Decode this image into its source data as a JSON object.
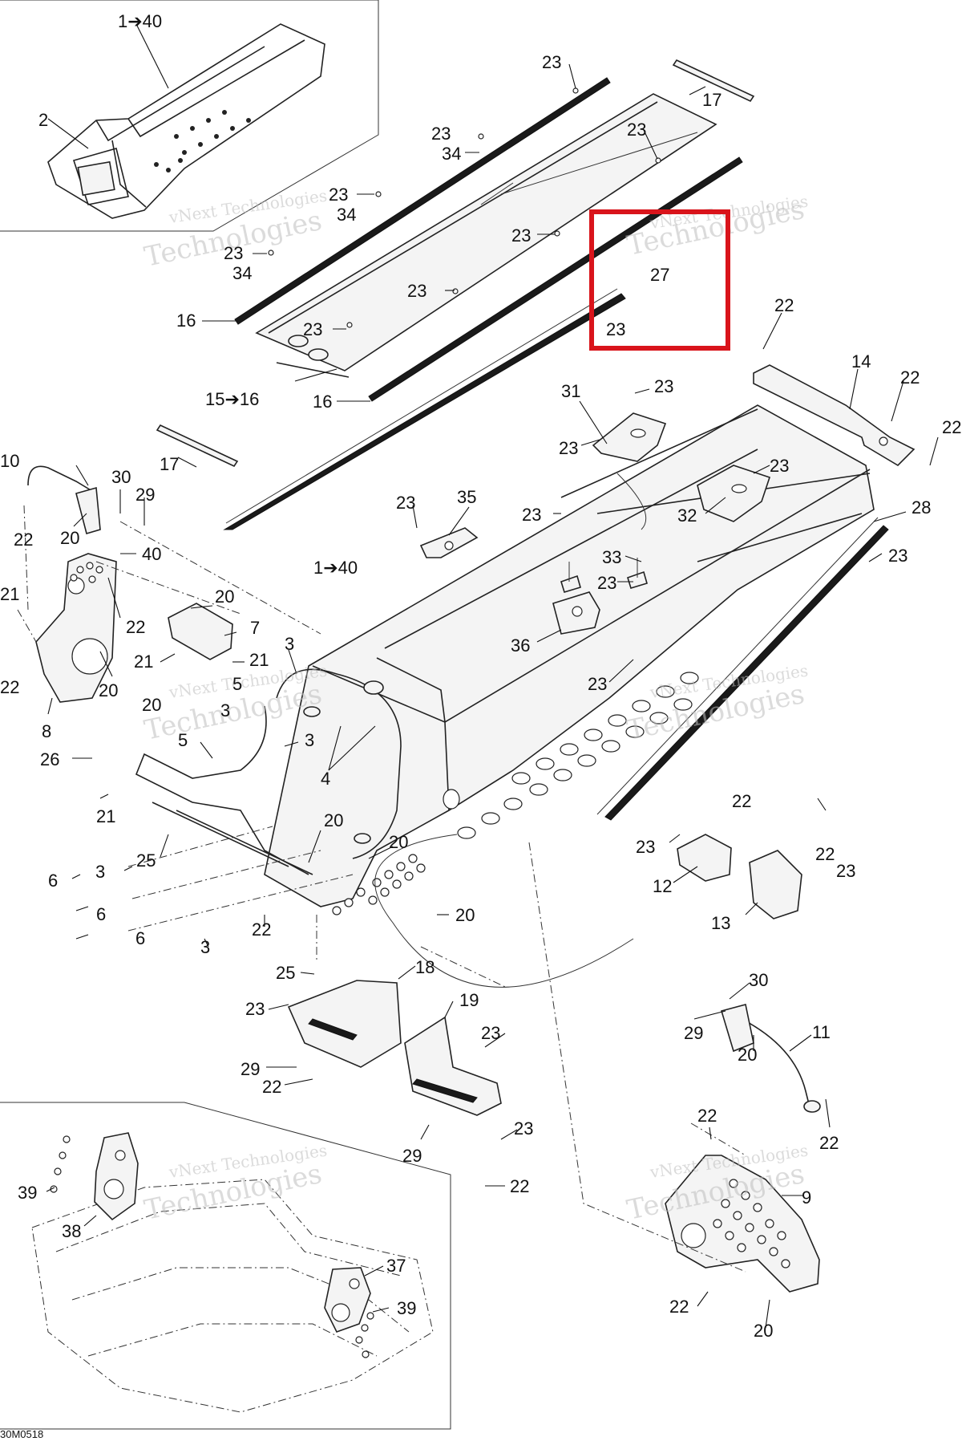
{
  "reference_code": "30M0518",
  "watermark": [
    "vNext Technologies",
    "Technologies"
  ],
  "highlight": {
    "color": "#d9141b",
    "label": "27"
  },
  "colors": {
    "line": "#222222",
    "highlight": "#d9141b",
    "watermark": "#bfbfbf"
  },
  "callouts": [
    {
      "id": "c1",
      "text": "1➔40"
    },
    {
      "id": "c2",
      "text": "2"
    },
    {
      "id": "c3",
      "text": "23"
    },
    {
      "id": "c4",
      "text": "17"
    },
    {
      "id": "c5",
      "text": "23"
    },
    {
      "id": "c6",
      "text": "34"
    },
    {
      "id": "c7",
      "text": "23"
    },
    {
      "id": "c8",
      "text": "23"
    },
    {
      "id": "c9",
      "text": "34"
    },
    {
      "id": "c10",
      "text": "23"
    },
    {
      "id": "c11",
      "text": "34"
    },
    {
      "id": "c12",
      "text": "23"
    },
    {
      "id": "c13",
      "text": "27"
    },
    {
      "id": "c14",
      "text": "23"
    },
    {
      "id": "c15",
      "text": "16"
    },
    {
      "id": "c16",
      "text": "23"
    },
    {
      "id": "c17",
      "text": "23"
    },
    {
      "id": "c18",
      "text": "22"
    },
    {
      "id": "c19",
      "text": "14"
    },
    {
      "id": "c20",
      "text": "22"
    },
    {
      "id": "c21",
      "text": "22"
    },
    {
      "id": "c22",
      "text": "15➔16"
    },
    {
      "id": "c23",
      "text": "16"
    },
    {
      "id": "c24",
      "text": "31"
    },
    {
      "id": "c25",
      "text": "23"
    },
    {
      "id": "c26",
      "text": "23"
    },
    {
      "id": "c27",
      "text": "17"
    },
    {
      "id": "c28",
      "text": "23"
    },
    {
      "id": "c29",
      "text": "10"
    },
    {
      "id": "c30",
      "text": "30"
    },
    {
      "id": "c31",
      "text": "29"
    },
    {
      "id": "c32",
      "text": "32"
    },
    {
      "id": "c33",
      "text": "23"
    },
    {
      "id": "c34",
      "text": "35"
    },
    {
      "id": "c35",
      "text": "23"
    },
    {
      "id": "c36",
      "text": "28"
    },
    {
      "id": "c37",
      "text": "22"
    },
    {
      "id": "c38",
      "text": "20"
    },
    {
      "id": "c39",
      "text": "40"
    },
    {
      "id": "c40",
      "text": "23"
    },
    {
      "id": "c41",
      "text": "33"
    },
    {
      "id": "c42",
      "text": "23"
    },
    {
      "id": "c43",
      "text": "1➔40"
    },
    {
      "id": "c44",
      "text": "21"
    },
    {
      "id": "c45",
      "text": "20"
    },
    {
      "id": "c46",
      "text": "7"
    },
    {
      "id": "c47",
      "text": "22"
    },
    {
      "id": "c48",
      "text": "3"
    },
    {
      "id": "c49",
      "text": "36"
    },
    {
      "id": "c50",
      "text": "21"
    },
    {
      "id": "c51",
      "text": "21"
    },
    {
      "id": "c52",
      "text": "22"
    },
    {
      "id": "c53",
      "text": "20"
    },
    {
      "id": "c54",
      "text": "23"
    },
    {
      "id": "c55",
      "text": "5"
    },
    {
      "id": "c56",
      "text": "8"
    },
    {
      "id": "c57",
      "text": "20"
    },
    {
      "id": "c58",
      "text": "3"
    },
    {
      "id": "c59",
      "text": "5"
    },
    {
      "id": "c60",
      "text": "3"
    },
    {
      "id": "c61",
      "text": "26"
    },
    {
      "id": "c62",
      "text": "4"
    },
    {
      "id": "c63",
      "text": "21"
    },
    {
      "id": "c64",
      "text": "22"
    },
    {
      "id": "c65",
      "text": "20"
    },
    {
      "id": "c66",
      "text": "23"
    },
    {
      "id": "c67",
      "text": "20"
    },
    {
      "id": "c68",
      "text": "22"
    },
    {
      "id": "c69",
      "text": "23"
    },
    {
      "id": "c70",
      "text": "6"
    },
    {
      "id": "c71",
      "text": "3"
    },
    {
      "id": "c72",
      "text": "25"
    },
    {
      "id": "c73",
      "text": "12"
    },
    {
      "id": "c74",
      "text": "6"
    },
    {
      "id": "c75",
      "text": "13"
    },
    {
      "id": "c76",
      "text": "20"
    },
    {
      "id": "c77",
      "text": "6"
    },
    {
      "id": "c78",
      "text": "22"
    },
    {
      "id": "c79",
      "text": "3"
    },
    {
      "id": "c80",
      "text": "25"
    },
    {
      "id": "c81",
      "text": "18"
    },
    {
      "id": "c82",
      "text": "30"
    },
    {
      "id": "c83",
      "text": "23"
    },
    {
      "id": "c84",
      "text": "19"
    },
    {
      "id": "c85",
      "text": "29"
    },
    {
      "id": "c86",
      "text": "11"
    },
    {
      "id": "c87",
      "text": "23"
    },
    {
      "id": "c88",
      "text": "29"
    },
    {
      "id": "c89",
      "text": "20"
    },
    {
      "id": "c90",
      "text": "22"
    },
    {
      "id": "c91",
      "text": "22"
    },
    {
      "id": "c92",
      "text": "22"
    },
    {
      "id": "c93",
      "text": "23"
    },
    {
      "id": "c94",
      "text": "29"
    },
    {
      "id": "c95",
      "text": "22"
    },
    {
      "id": "c96",
      "text": "39"
    },
    {
      "id": "c97",
      "text": "9"
    },
    {
      "id": "c98",
      "text": "38"
    },
    {
      "id": "c99",
      "text": "37"
    },
    {
      "id": "c100",
      "text": "39"
    },
    {
      "id": "c101",
      "text": "22"
    },
    {
      "id": "c102",
      "text": "20"
    }
  ]
}
